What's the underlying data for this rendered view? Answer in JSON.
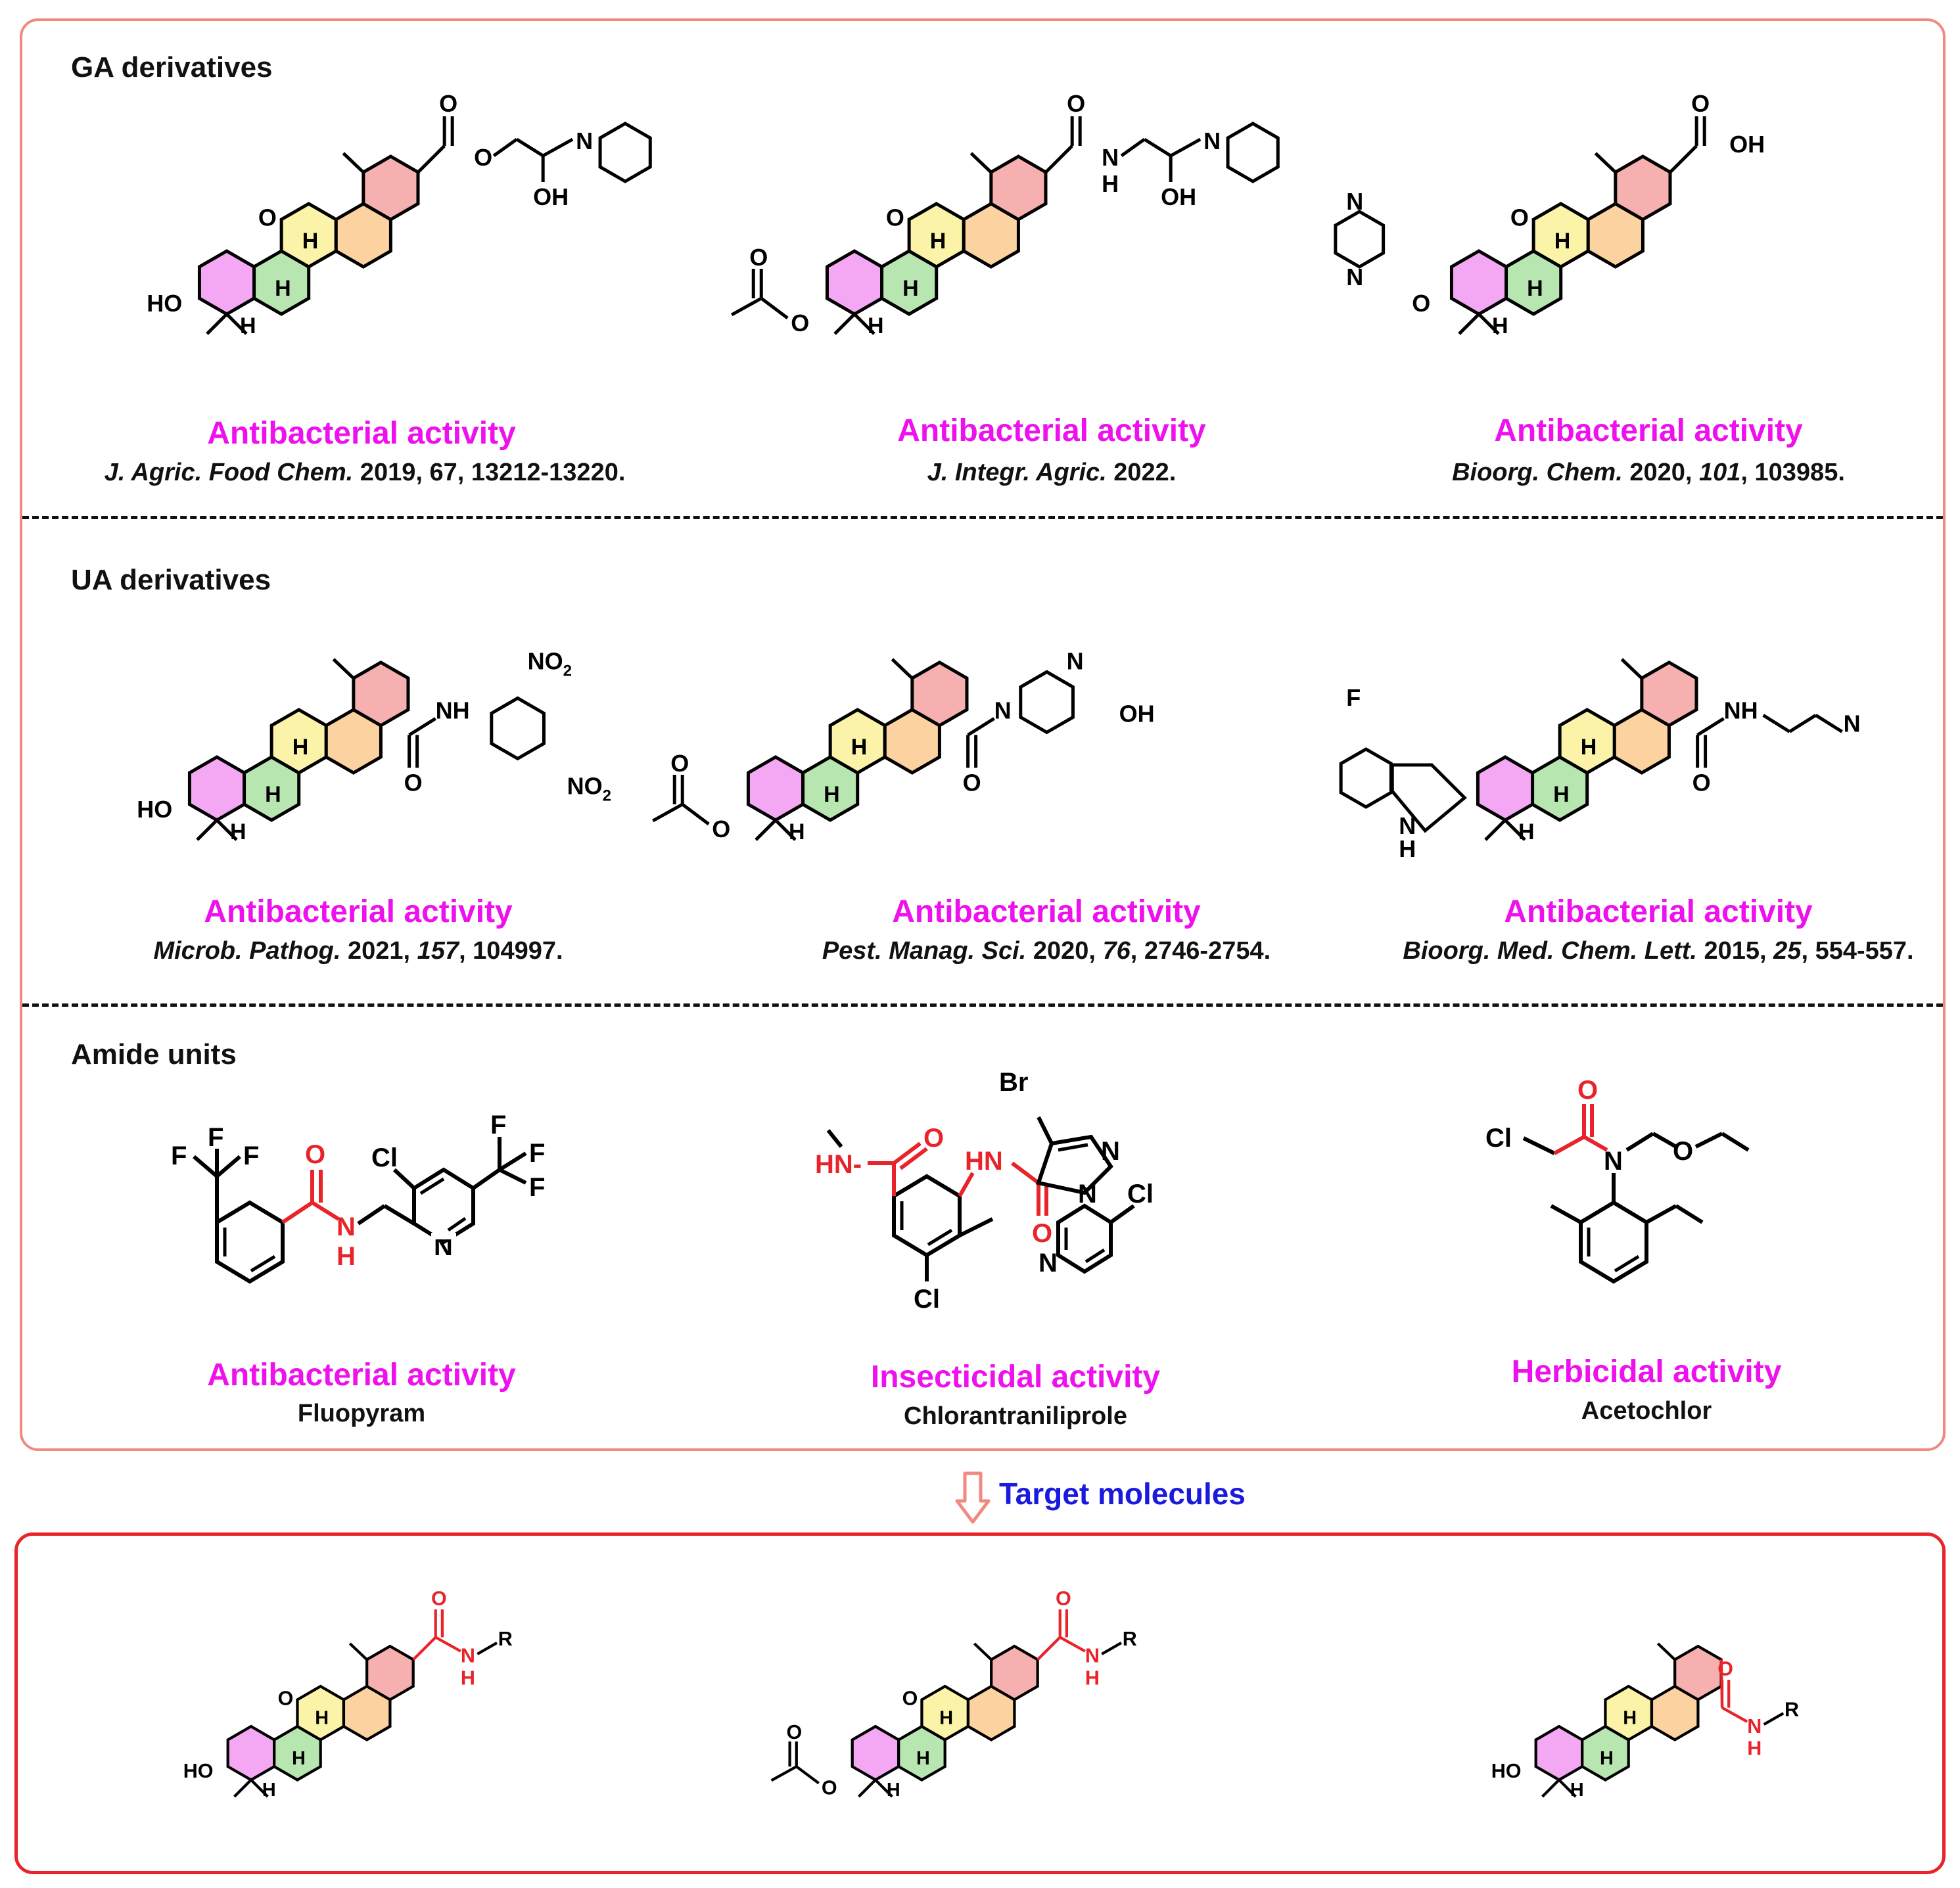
{
  "sections": {
    "ga": "GA derivatives",
    "ua": "UA derivatives",
    "amide": "Amide units"
  },
  "activity": {
    "antibacterial": "Antibacterial activity",
    "insecticidal": "Insecticidal activity",
    "herbicidal": "Herbicidal activity"
  },
  "refs": {
    "ga1": {
      "journal": "J. Agric. Food Chem.",
      "rest": " 2019, 67, 13212-13220."
    },
    "ga2": {
      "journal": "J. Integr. Agric.",
      "rest": " 2022."
    },
    "ga3": {
      "journal": "Bioorg. Chem.",
      "mid": " 2020, ",
      "vol": "101",
      "rest": ", 103985."
    },
    "ua1": {
      "journal": "Microb. Pathog.",
      "mid": " 2021, ",
      "vol": "157",
      "rest": ", 104997."
    },
    "ua2": {
      "journal": "Pest. Manag. Sci.",
      "mid": " 2020, ",
      "vol": "76",
      "rest": ", 2746-2754."
    },
    "ua3": {
      "journal": "Bioorg. Med. Chem. Lett.",
      "mid": " 2015, ",
      "vol": "25",
      "rest": ", 554-557."
    }
  },
  "compounds": {
    "fluopyram": "Fluopyram",
    "chlorantraniliprole": "Chlorantraniliprole",
    "acetochlor": "Acetochlor"
  },
  "target": {
    "label": "Target molecules"
  },
  "atoms": {
    "O": "O",
    "OH": "OH",
    "HO": "HO",
    "H": "H",
    "N": "N",
    "NH": "NH",
    "HN": "HN",
    "HN_dash": "HN-",
    "F": "F",
    "Cl": "Cl",
    "Br": "Br",
    "R": "R",
    "NO2": "NO",
    "sub2": "2"
  },
  "colors": {
    "ringA": "#f4a8f4",
    "ringB": "#b8e6b0",
    "ringC": "#fbf3a8",
    "ringD": "#fcd3a0",
    "ringE": "#f6b0b0",
    "activity": "#ee11ee",
    "target_text": "#1a1adf",
    "amide_red": "#e8232a",
    "top_border": "#f08a80"
  },
  "icons": {
    "arrow": "hollow-down-arrow-icon"
  }
}
